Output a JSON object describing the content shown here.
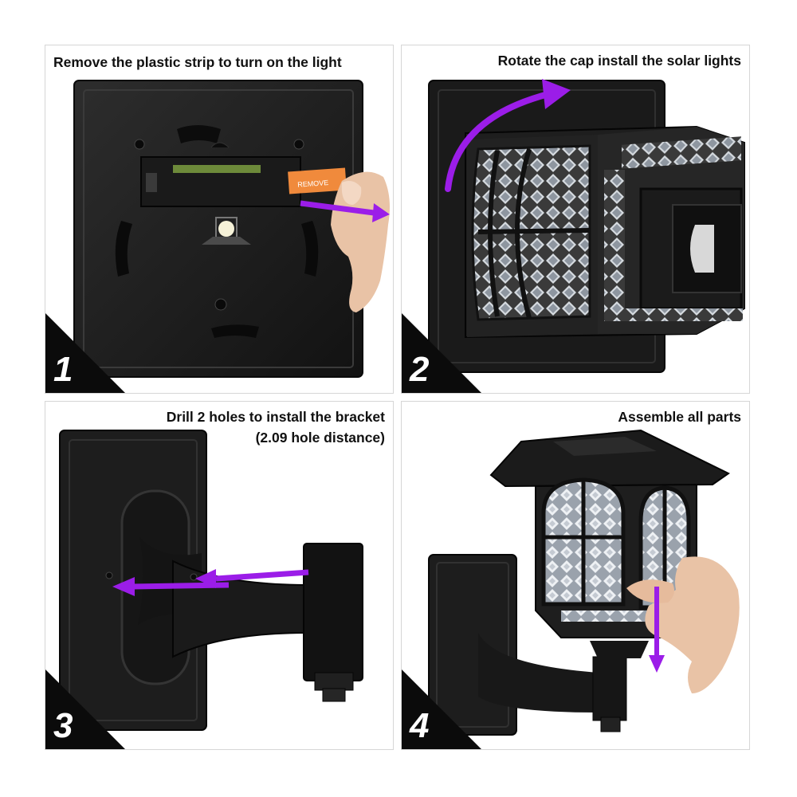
{
  "steps": [
    {
      "number": "1",
      "caption": "Remove the plastic strip to turn on the light"
    },
    {
      "number": "2",
      "caption": "Rotate the cap install the solar lights"
    },
    {
      "number": "3",
      "caption_line1": "Drill 2 holes to install the bracket",
      "caption_line2": "(2.09 hole distance)"
    },
    {
      "number": "4",
      "caption": "Assemble all parts"
    }
  ],
  "strip_label": "REMOVE",
  "colors": {
    "arrow": "#9b1de8",
    "product": "#1c1c1c",
    "tab": "#f08a3c",
    "skin": "#e9c3a6",
    "badge": "#0b0b0b"
  }
}
